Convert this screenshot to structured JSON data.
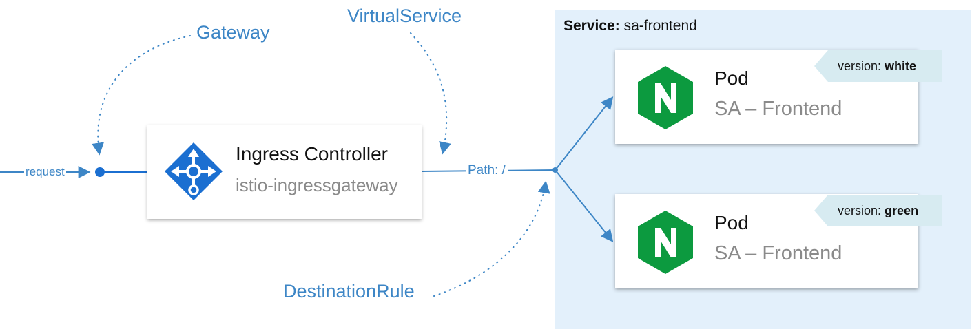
{
  "service": {
    "label_bold": "Service:",
    "name": "sa-frontend"
  },
  "ingress": {
    "title": "Ingress Controller",
    "subtitle": "istio-ingressgateway",
    "icon": "ingress-gateway-icon"
  },
  "pods": [
    {
      "title": "Pod",
      "subtitle": "SA – Frontend",
      "tag_key": "version:",
      "tag_value": "white",
      "icon": "nginx-icon"
    },
    {
      "title": "Pod",
      "subtitle": "SA – Frontend",
      "tag_key": "version:",
      "tag_value": "green",
      "icon": "nginx-icon"
    }
  ],
  "labels": {
    "gateway": "Gateway",
    "virtual_service": "VirtualService",
    "destination_rule": "DestinationRule",
    "request": "request",
    "path": "Path: /"
  },
  "colors": {
    "line": "#3d86c6",
    "panel": "#e3f0fb",
    "nginx_green": "#0c9a3f",
    "tag": "#d7ebf1",
    "icon_blue": "#1b6fd1"
  }
}
